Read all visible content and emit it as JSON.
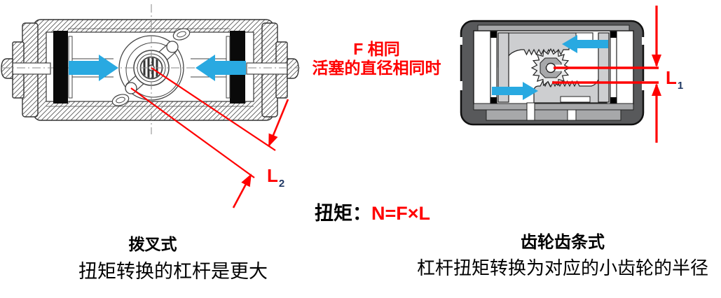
{
  "annotation": {
    "condition_line1": "F 相同",
    "condition_line2": "活塞的直径相同时",
    "formula_label": "扭矩：",
    "formula_value": "N=F×L"
  },
  "left_figure": {
    "title": "拨叉式",
    "description": "扭矩转换的杠杆是更大",
    "lever": {
      "letter": "L",
      "subscript": "2"
    }
  },
  "right_figure": {
    "title": "齿轮齿条式",
    "description": "杠杆扭矩转换为对应的小齿轮的半径",
    "lever": {
      "letter": "L",
      "subscript": "1"
    }
  },
  "colors": {
    "annotation_red": "#ff0000",
    "arrow_blue": "#29a9e1",
    "shell_gray": "#58595b",
    "subscript_dark": "#1f3864"
  }
}
